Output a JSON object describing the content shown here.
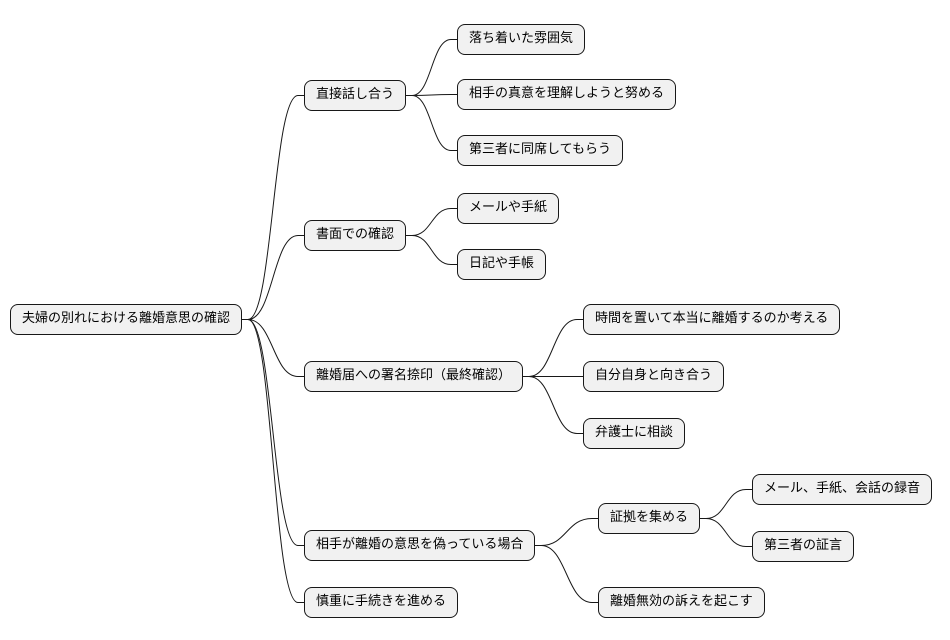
{
  "mindmap": {
    "root": {
      "label": "夫婦の別れにおける離婚意思の確認",
      "children": [
        {
          "label": "直接話し合う",
          "children": [
            {
              "label": "落ち着いた雰囲気"
            },
            {
              "label": "相手の真意を理解しようと努める"
            },
            {
              "label": "第三者に同席してもらう"
            }
          ]
        },
        {
          "label": "書面での確認",
          "children": [
            {
              "label": "メールや手紙"
            },
            {
              "label": "日記や手帳"
            }
          ]
        },
        {
          "label": "離婚届への署名捺印（最終確認）",
          "children": [
            {
              "label": "時間を置いて本当に離婚するのか考える"
            },
            {
              "label": "自分自身と向き合う"
            },
            {
              "label": "弁護士に相談"
            }
          ]
        },
        {
          "label": "相手が離婚の意思を偽っている場合",
          "children": [
            {
              "label": "証拠を集める",
              "children": [
                {
                  "label": "メール、手紙、会話の録音"
                },
                {
                  "label": "第三者の証言"
                }
              ]
            },
            {
              "label": "離婚無効の訴えを起こす"
            }
          ]
        },
        {
          "label": "慎重に手続きを進める"
        }
      ]
    }
  },
  "colors": {
    "node_fill": "#f1f1f1",
    "node_border": "#181818",
    "edge": "#181818",
    "text": "#000000",
    "background": "#ffffff"
  }
}
